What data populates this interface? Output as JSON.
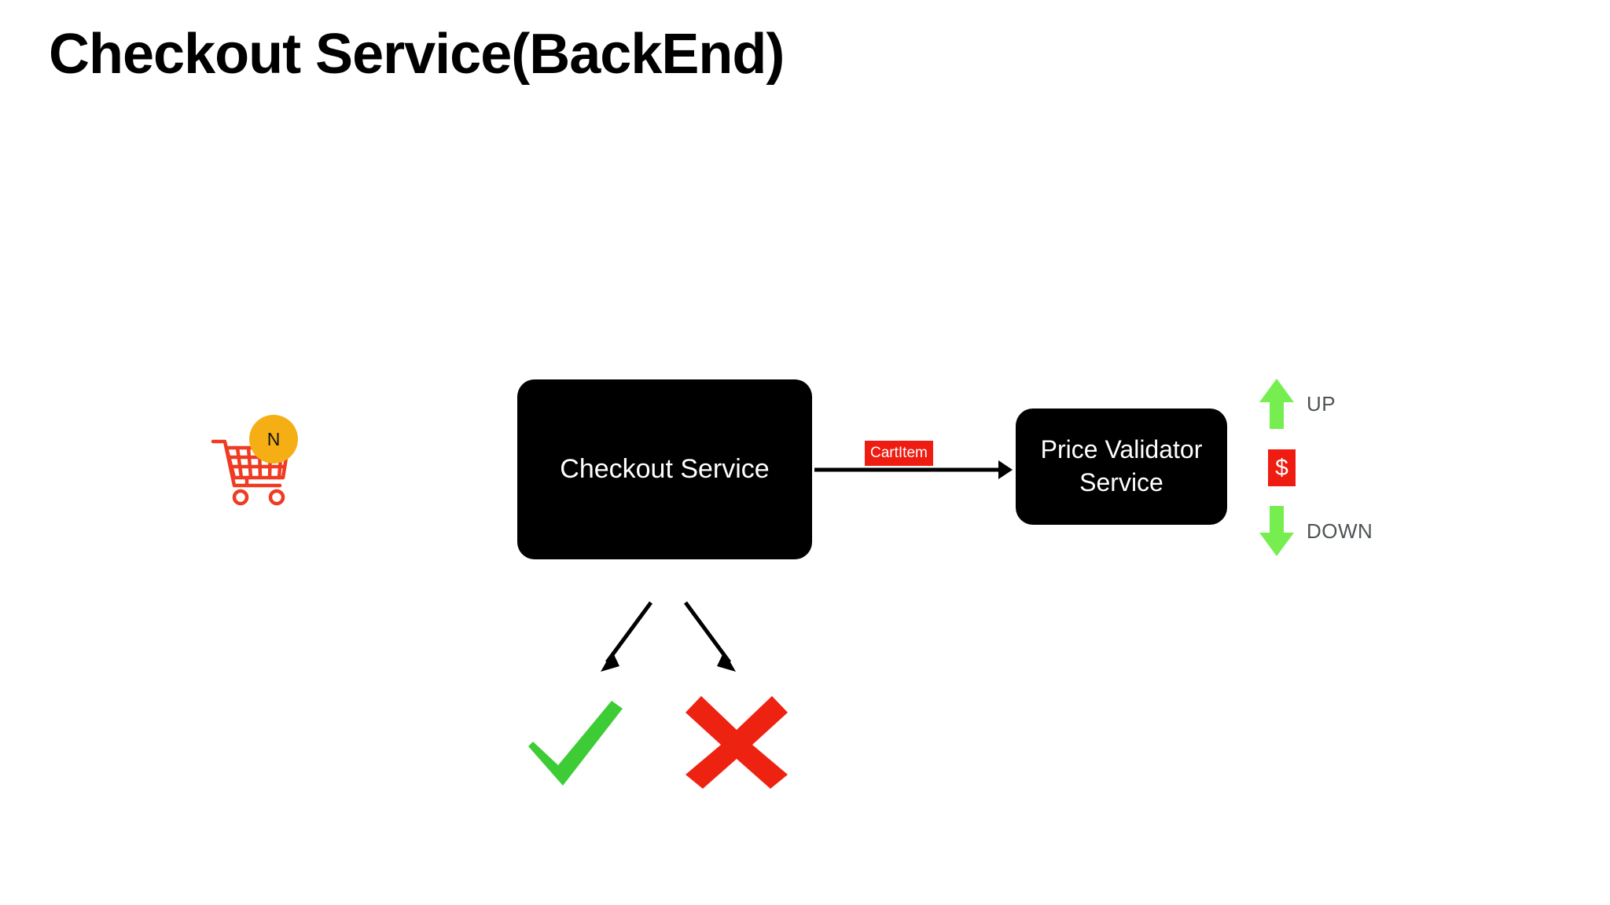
{
  "page": {
    "title": "Checkout Service(BackEnd)",
    "background_color": "#ffffff"
  },
  "colors": {
    "box_fill": "#000000",
    "box_text": "#ffffff",
    "tag_red": "#EE1C11",
    "cart_red": "#EE3B22",
    "badge_amber": "#F5AF14",
    "arrow_green": "#76EE50",
    "check_green": "#3DCC35",
    "cross_red": "#EE2211",
    "label_gray": "#4F5355",
    "line_black": "#000000"
  },
  "cart": {
    "icon_name": "shopping-cart-icon",
    "badge_label": "N"
  },
  "nodes": [
    {
      "id": "checkout-service",
      "label": "Checkout Service",
      "shape": "rounded-rect",
      "fill": "#000000",
      "text_color": "#ffffff"
    },
    {
      "id": "price-validator",
      "label": "Price Validator Service",
      "shape": "rounded-rect",
      "fill": "#000000",
      "text_color": "#ffffff"
    }
  ],
  "edges": [
    {
      "id": "checkout-to-validator",
      "from": "checkout-service",
      "to": "price-validator",
      "label": "CartItem",
      "label_bg": "#EE1C11",
      "label_color": "#ffffff",
      "direction": "right"
    },
    {
      "id": "checkout-to-success",
      "from": "checkout-service",
      "to": "success-check",
      "label": "",
      "direction": "down-left"
    },
    {
      "id": "checkout-to-failure",
      "from": "checkout-service",
      "to": "failure-cross",
      "label": "",
      "direction": "down-right"
    }
  ],
  "outcomes": [
    {
      "id": "success-check",
      "icon_name": "check-mark-icon",
      "color": "#3DCC35"
    },
    {
      "id": "failure-cross",
      "icon_name": "cross-mark-icon",
      "color": "#EE2211"
    }
  ],
  "price_legend": [
    {
      "id": "up",
      "icon_name": "arrow-up-icon",
      "label": "UP",
      "color": "#76EE50"
    },
    {
      "id": "dollar",
      "icon_name": "dollar-sign-icon",
      "label": "$",
      "color": "#EE1C11"
    },
    {
      "id": "down",
      "icon_name": "arrow-down-icon",
      "label": "DOWN",
      "color": "#76EE50"
    }
  ]
}
